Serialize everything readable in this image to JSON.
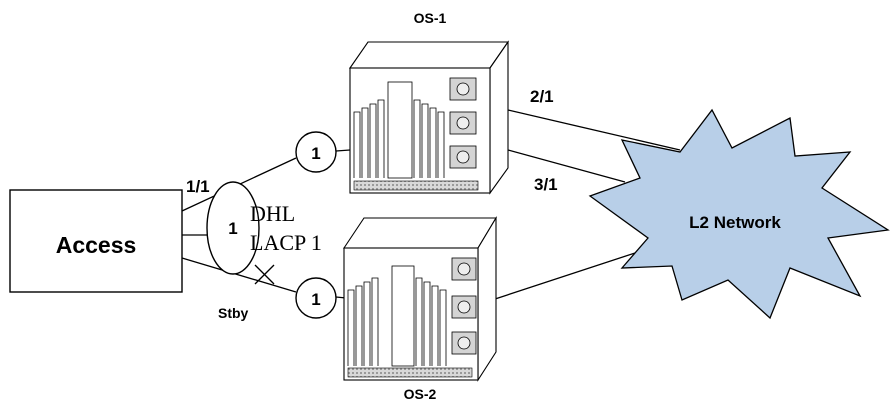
{
  "switches": [
    {
      "id": "os1",
      "label": "OS-1"
    },
    {
      "id": "os2",
      "label": "OS-2"
    }
  ],
  "access": {
    "label": "Access"
  },
  "cloud": {
    "label": "L2 Network",
    "fill": "#b8cfe8"
  },
  "link_group": {
    "id_label": "1",
    "protocol_line1": "DHL",
    "protocol_line2": "LACP 1"
  },
  "port_badges": [
    {
      "id": "upper",
      "label": "1"
    },
    {
      "id": "lower",
      "label": "1"
    }
  ],
  "port_labels": {
    "access_port": "1/1",
    "uplink_a": "2/1",
    "uplink_b": "3/1",
    "standby": "Stby"
  }
}
